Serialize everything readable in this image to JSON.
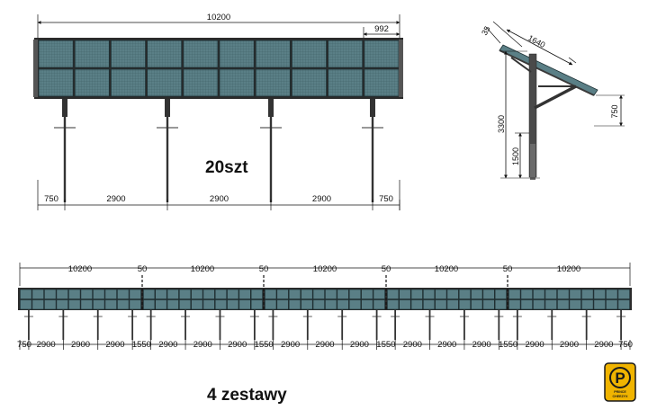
{
  "front_view": {
    "total_width": "10200",
    "panel_width": "992",
    "spacing": [
      "750",
      "2900",
      "2900",
      "2900",
      "750"
    ],
    "quantity_label": "20szt"
  },
  "side_view": {
    "tilt_angle": "35",
    "panel_length": "1640",
    "total_height": "3300",
    "post_height": "1500",
    "front_edge_height": "750"
  },
  "row_view": {
    "set_widths": [
      "10200",
      "10200",
      "10200",
      "10200",
      "10200"
    ],
    "gaps": [
      "50",
      "50",
      "50",
      "50"
    ],
    "spacing": [
      "750",
      "2900",
      "2900",
      "2900",
      "1550",
      "2900",
      "2900",
      "2900",
      "1550",
      "2900",
      "2900",
      "2900",
      "1550",
      "2900",
      "2900",
      "2900",
      "1550",
      "2900",
      "2900",
      "2900",
      "750"
    ],
    "sets_label": "4 zestawy"
  },
  "logo": {
    "letter": "P",
    "text_line1": "PRINCE",
    "text_line2": "CHEEZYX"
  },
  "colors": {
    "panel": "#5a7f86",
    "panel_grid": "#1c2f33",
    "frame": "#2b2b2b",
    "logo_gold": "#f0b400"
  }
}
